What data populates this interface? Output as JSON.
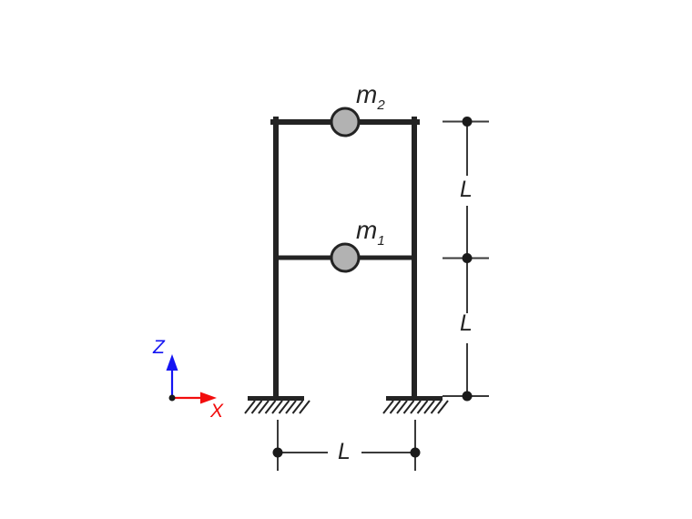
{
  "diagram": {
    "description": "Two-story planar frame with lumped masses on fixed supports",
    "masses": [
      {
        "name": "m2",
        "base": "m",
        "sub": "2"
      },
      {
        "name": "m1",
        "base": "m",
        "sub": "1"
      }
    ],
    "dimensions": {
      "story_upper": "L",
      "story_lower": "L",
      "bay_width": "L"
    },
    "axes": {
      "z": "Z",
      "x": "X"
    },
    "colors": {
      "structure": "#232323",
      "mass_fill": "#b2b2b2",
      "dimension_line": "#3a3a3a",
      "dot": "#1a1a1a",
      "axis_x_red": "#f20d0d",
      "axis_z_blue": "#1414f2",
      "background": "#ffffff"
    }
  }
}
